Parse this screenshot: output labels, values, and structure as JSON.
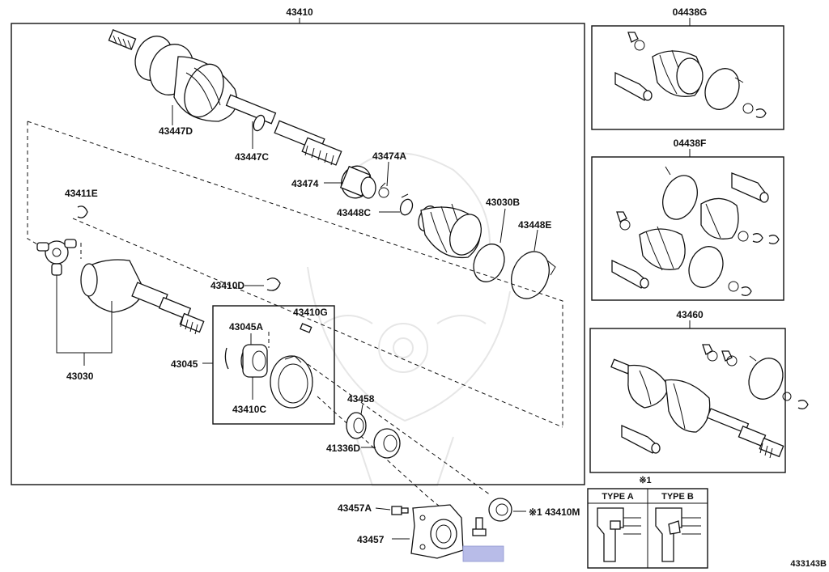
{
  "labels": {
    "main_assembly": "43410",
    "d43447": "43447D",
    "c43447": "43447C",
    "a43474": "43474A",
    "p43474": "43474",
    "c43448": "43448C",
    "b43030": "43030B",
    "e43448": "43448E",
    "e43411": "43411E",
    "p43030": "43030",
    "d43410": "43410D",
    "g43410": "43410G",
    "a43045": "43045A",
    "p43045": "43045",
    "c43410": "43410C",
    "p43458": "43458",
    "d41336": "41336D",
    "a43457": "43457A",
    "p43457": "43457",
    "m43410": "※1 43410M",
    "kit_g": "04438G",
    "kit_f": "04438F",
    "p43460": "43460",
    "note_mark": "※1",
    "type_a": "TYPE A",
    "type_b": "TYPE B",
    "diagram_id": "433143B"
  },
  "colors": {
    "line": "#111111",
    "highlight": "#b8bce8"
  }
}
